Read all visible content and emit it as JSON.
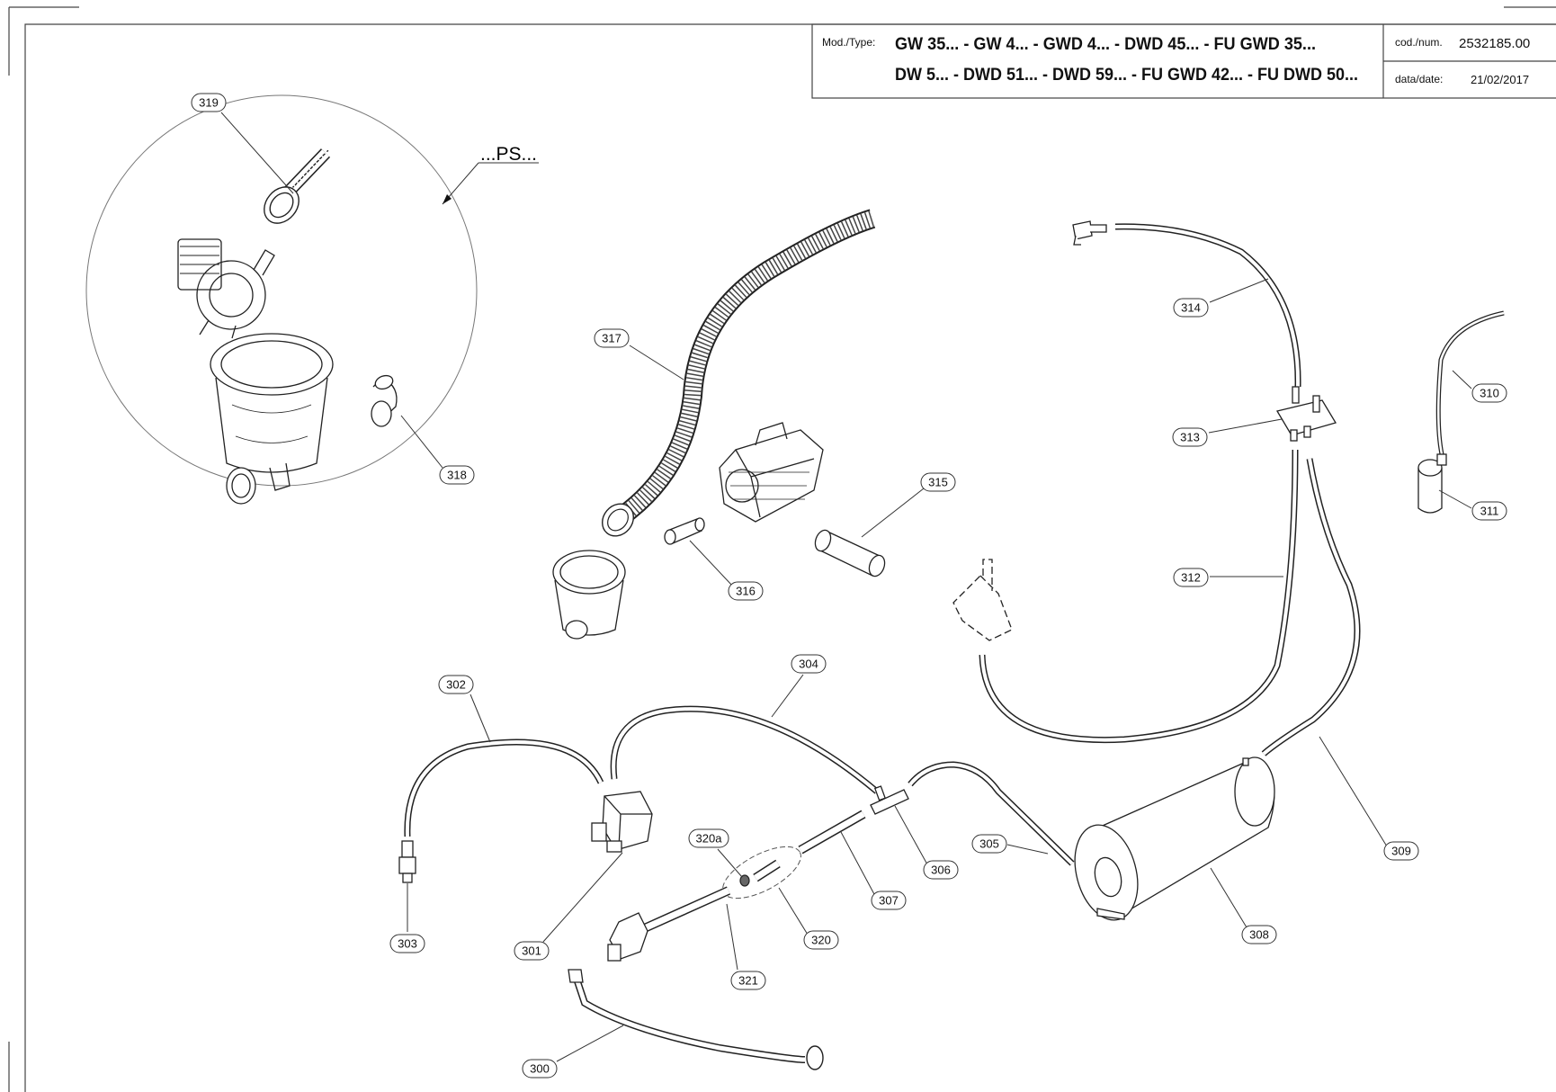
{
  "title_block": {
    "mod_type_label": "Mod./Type:",
    "model_line_1": "GW 35... - GW 4... - GWD 4... - DWD 45... - FU GWD 35...",
    "model_line_2": "DW 5... - DWD 51... - DWD 59... - FU GWD 42... - FU DWD 50...",
    "code_label": "cod./num.",
    "code_value": "2532185.00",
    "date_label": "data/date:",
    "date_value": "21/02/2017"
  },
  "detail_view": {
    "label": "...PS..."
  },
  "parts": [
    {
      "id": "319"
    },
    {
      "id": "318"
    },
    {
      "id": "317"
    },
    {
      "id": "316"
    },
    {
      "id": "315"
    },
    {
      "id": "314"
    },
    {
      "id": "313"
    },
    {
      "id": "312"
    },
    {
      "id": "311"
    },
    {
      "id": "310"
    },
    {
      "id": "309"
    },
    {
      "id": "308"
    },
    {
      "id": "307"
    },
    {
      "id": "306"
    },
    {
      "id": "305"
    },
    {
      "id": "304"
    },
    {
      "id": "303"
    },
    {
      "id": "302"
    },
    {
      "id": "301"
    },
    {
      "id": "300"
    },
    {
      "id": "320a"
    },
    {
      "id": "320"
    },
    {
      "id": "321"
    }
  ]
}
